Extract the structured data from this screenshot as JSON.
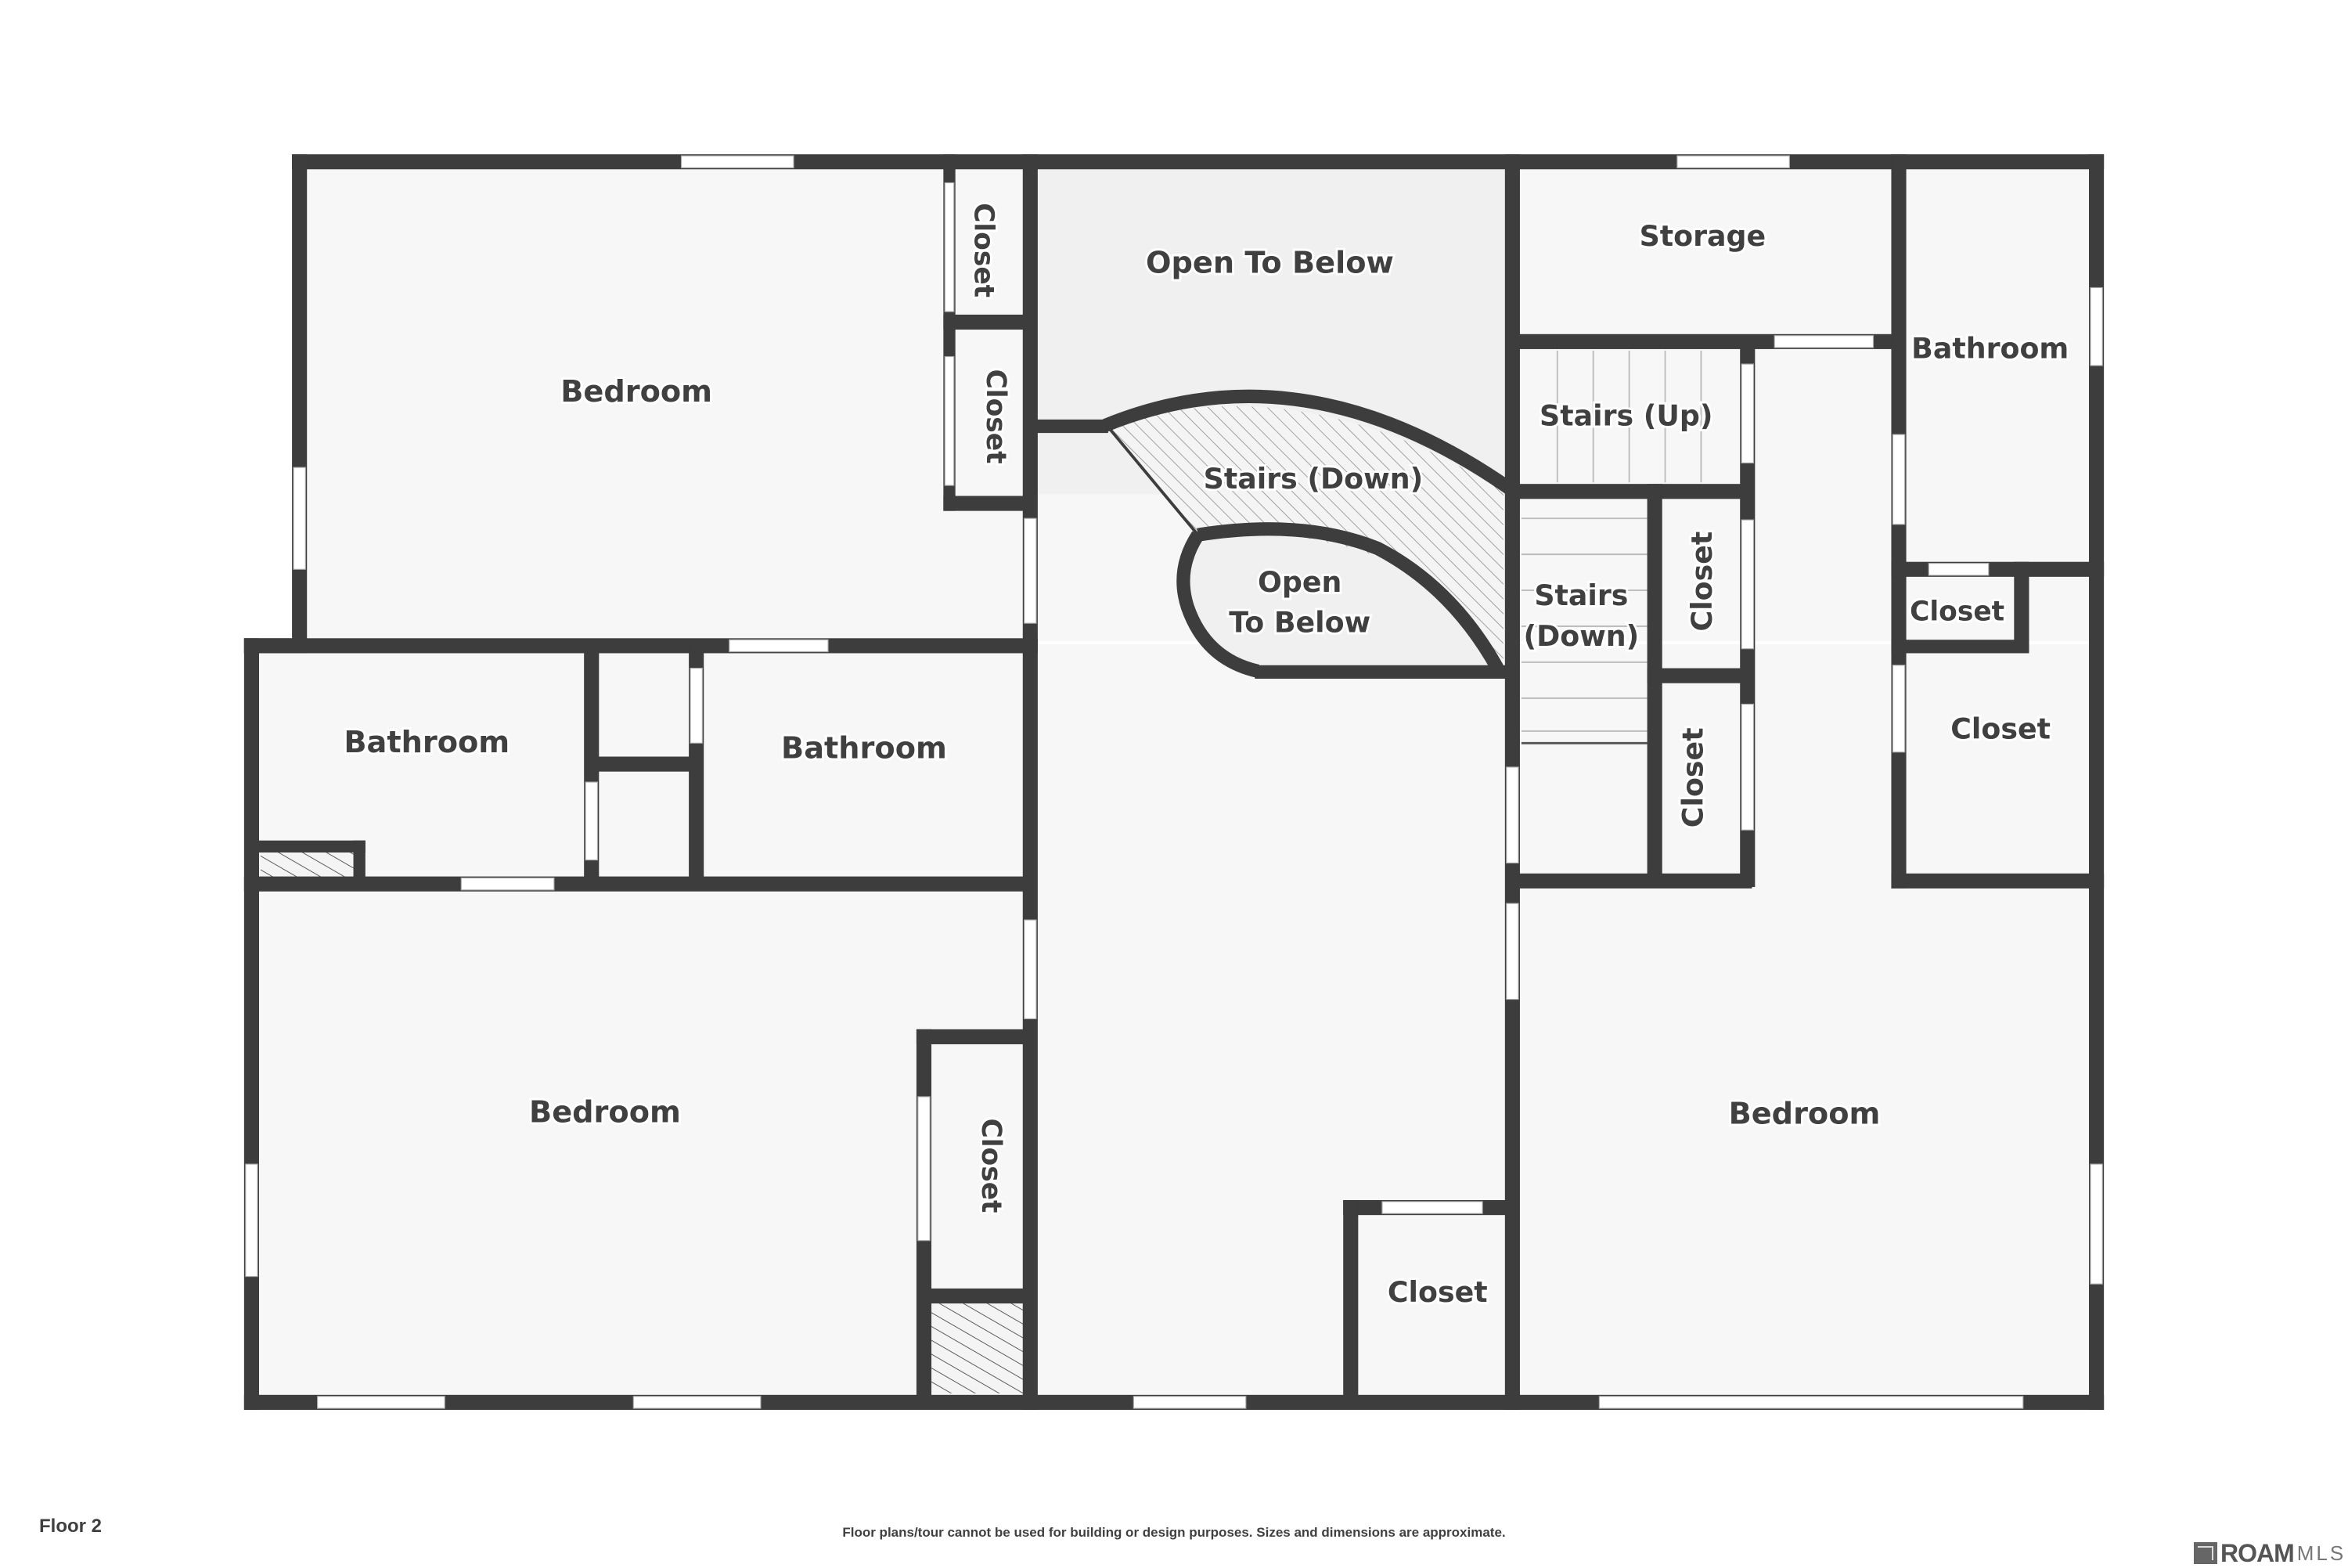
{
  "floor_label": "Floor 2",
  "disclaimer": "Floor plans/tour cannot be used for building or design purposes. Sizes and dimensions are approximate.",
  "brand": {
    "logo_main": "ROAM",
    "logo_suffix": "MLS"
  },
  "colors": {
    "wall": "#3d3d3d",
    "floor": "#f7f7f7",
    "open_area": "#f0f0f0",
    "label": "#404040",
    "window": "#ffffff"
  },
  "rooms": {
    "bedroom_nw": "Bedroom",
    "closet_nw_top": "Closet",
    "closet_nw_bottom": "Closet",
    "open_to_below_top": "Open To Below",
    "stairs_down_curved": "Stairs (Down)",
    "open_to_below_small_1": "Open",
    "open_to_below_small_2": "To Below",
    "storage": "Storage",
    "bathroom_ne": "Bathroom",
    "stairs_up": "Stairs (Up)",
    "stairs_down_right_1": "Stairs",
    "stairs_down_right_2": "(Down)",
    "closet_mid_top": "Closet",
    "closet_mid_bottom": "Closet",
    "closet_ne_small": "Closet",
    "closet_ne_large": "Closet",
    "bathroom_w": "Bathroom",
    "bathroom_mid": "Bathroom",
    "bedroom_sw": "Bedroom",
    "closet_sw": "Closet",
    "closet_hall": "Closet",
    "bedroom_se": "Bedroom"
  }
}
